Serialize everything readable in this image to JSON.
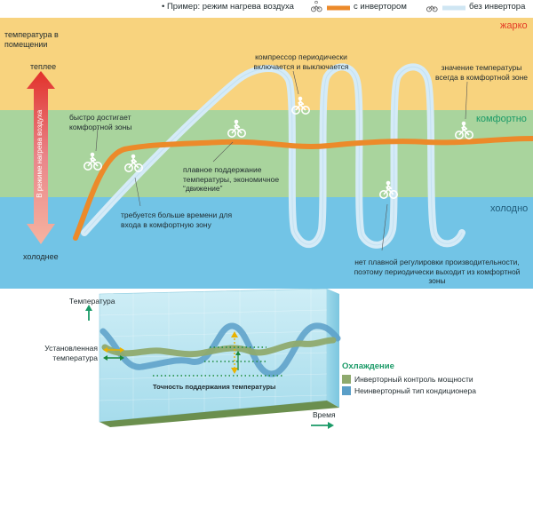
{
  "legend": {
    "example_text": "• Пример: режим нагрева воздуха",
    "inverter_label": "с инвертором",
    "non_inverter_label": "без инвертора",
    "inverter_color": "#ec8a2a",
    "non_inverter_color": "#cfe6f3"
  },
  "zones": {
    "hot": "жарко",
    "comfort": "комфортно",
    "cold": "холодно",
    "hot_color": "#f8d37e",
    "comfort_color": "#a9d49d",
    "cold_color": "#72c4e6"
  },
  "axis": {
    "title": "температура в помещении",
    "warmer": "теплее",
    "colder": "холоднее",
    "arrow_text": "В режиме нагрева воздуха"
  },
  "annotations": {
    "reaches_fast": "быстро достигает комфортной зоны",
    "needs_time": "требуется больше времени для входа в комфортную зону",
    "smooth": "плавное поддержание температуры, экономичное “движение”",
    "compressor": "компрессор периодически включается и выключается",
    "always_comfort": "значение температуры всегда в комфортной зоне",
    "no_smooth": "нет плавной регулировки производительности, поэтому периодически выходит из комфортной зоны"
  },
  "bottom_chart": {
    "y_label": "Температура",
    "set_temp": "Установленная температура",
    "accuracy": "Точность поддержания температуры",
    "x_label": "Время",
    "legend_title": "Охлаждение",
    "legend_inverter": "Инверторный контроль мощности",
    "legend_non_inverter": "Неинверторный тип кондиционера",
    "inverter_color": "#8faa6e",
    "non_inverter_color": "#5b9fc8",
    "accent_color": "#1a9a67"
  },
  "icons": {
    "bike": "bike-icon",
    "arrow": "vertical-arrow-icon"
  }
}
